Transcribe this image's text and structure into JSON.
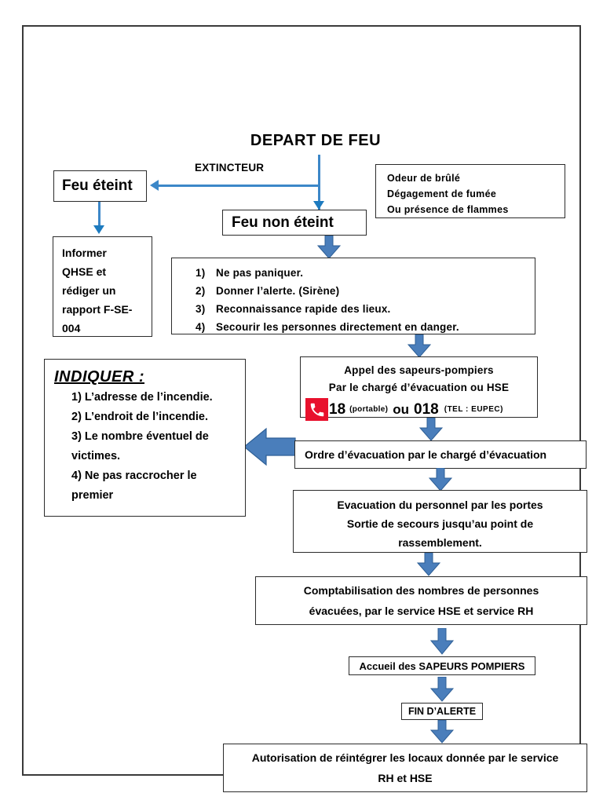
{
  "document": {
    "title": "DEPART DE FEU",
    "extincteur_label": "EXTINCTEUR"
  },
  "colors": {
    "arrow_fill": "#4a7ebb",
    "arrow_stroke": "#2e5f96",
    "thin_arrow": "#3c87c8",
    "phone_badge": "#e8112d",
    "border": "#2b2b2b",
    "page_border": "#3a3a3a"
  },
  "nodes": {
    "feu_eteint": "Feu éteint",
    "feu_non_eteint": "Feu non éteint",
    "signes": {
      "line1": "Odeur de brûlé",
      "line2": "Dégagement de fumée",
      "line3": "Ou présence de flammes"
    },
    "informer": {
      "line1": "Informer",
      "line2": "QHSE et",
      "line3": "rédiger un",
      "line4": "rapport F-SE-",
      "line5": "004"
    },
    "consignes": [
      {
        "num": "1)",
        "text": "Ne pas paniquer."
      },
      {
        "num": "2)",
        "text": "Donner l’alerte. (Sirène)"
      },
      {
        "num": "3)",
        "text": "Reconnaissance rapide des lieux."
      },
      {
        "num": "4)",
        "text": "Secourir les personnes directement en danger."
      }
    ],
    "appel": {
      "line1": "Appel des sapeurs-pompiers",
      "line2": "Par le chargé d’évacuation ou HSE",
      "number_mobile": "18",
      "mobile_note": "(portable)",
      "conjunction": "ou",
      "number_fixed": "018",
      "fixed_note": "(TEL : EUPEC)"
    },
    "indiquer": {
      "title": "INDIQUER :",
      "items": [
        "1)  L’adresse de l’incendie.",
        "2)  L’endroit de l’incendie.",
        "3) Le nombre éventuel de",
        "victimes.",
        "4) Ne pas raccrocher le",
        "premier"
      ]
    },
    "ordre": "Ordre d’évacuation par le chargé d’évacuation",
    "evacuation": {
      "line1": "Evacuation du personnel par les portes",
      "line2": "Sortie de secours jusqu’au point de",
      "line3": "rassemblement."
    },
    "comptabilisation": {
      "line1": "Comptabilisation des nombres de personnes",
      "line2": "évacuées, par le service HSE et service RH"
    },
    "accueil": "Accueil des SAPEURS POMPIERS",
    "fin_alerte": "FIN D’ALERTE",
    "autorisation": {
      "line1": "Autorisation de réintégrer les locaux donnée par le service",
      "line2": "RH et HSE"
    }
  }
}
